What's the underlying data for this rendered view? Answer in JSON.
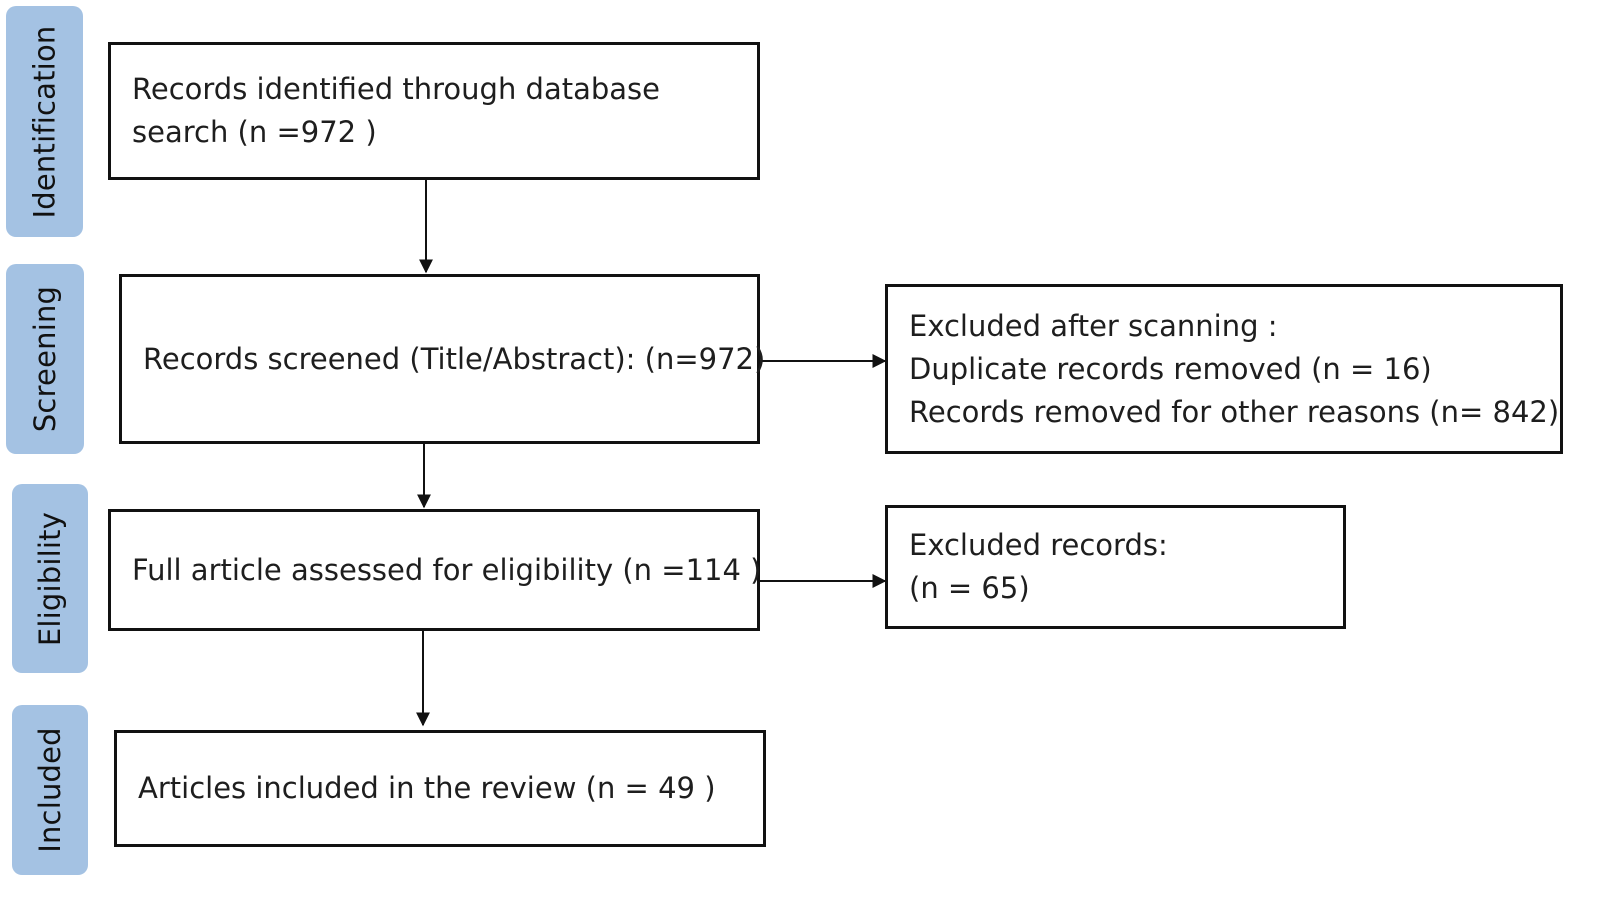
{
  "colors": {
    "stage_fill": "#a4c2e3",
    "box_border": "#111111",
    "arrow": "#111111"
  },
  "stages": [
    {
      "id": "identification",
      "label": "Identification"
    },
    {
      "id": "screening",
      "label": "Screening"
    },
    {
      "id": "eligibility",
      "label": "Eligibility"
    },
    {
      "id": "included",
      "label": "Included"
    }
  ],
  "boxes": {
    "identified": {
      "lines": [
        "Records identified through database",
        "search (n =972 )"
      ]
    },
    "screened": {
      "lines": [
        "Records screened (Title/Abstract): (n=972)"
      ]
    },
    "excluded_scanning": {
      "lines": [
        "Excluded after scanning :",
        "Duplicate records removed (n = 16)",
        "Records removed for other reasons (n= 842)"
      ]
    },
    "full_article": {
      "lines": [
        "Full article assessed for eligibility (n =114 )"
      ]
    },
    "excluded_records": {
      "lines": [
        "Excluded records:",
        "(n = 65)"
      ]
    },
    "included_articles": {
      "lines": [
        "Articles included in the review (n = 49 )"
      ]
    }
  }
}
